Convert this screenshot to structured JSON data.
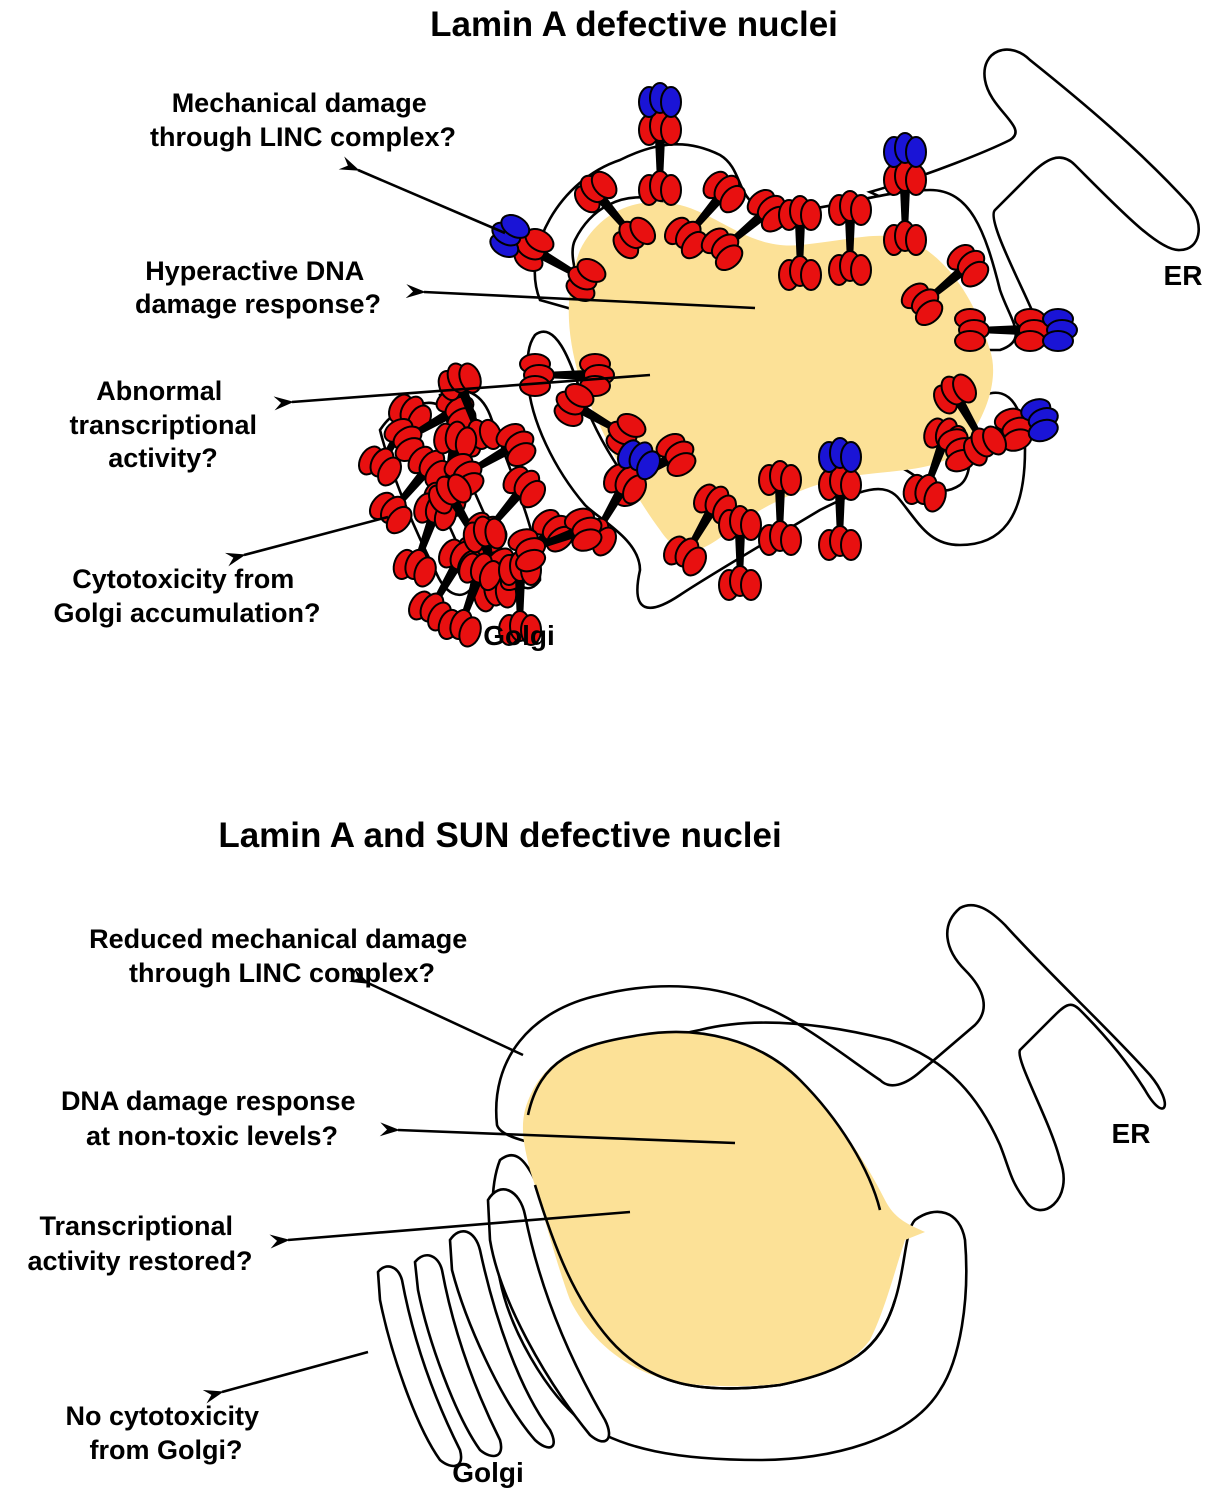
{
  "panels": [
    {
      "title": "Lamin A defective nuclei",
      "captions": [
        [
          "Mechanical damage",
          "through LINC complex?"
        ],
        [
          "Hyperactive DNA",
          "damage response?"
        ],
        [
          "Abnormal",
          "transcriptional",
          "activity?"
        ],
        [
          "Cytotoxicity from",
          "Golgi accumulation?"
        ]
      ],
      "organelles": {
        "er": "ER",
        "golgi": "Golgi"
      }
    },
    {
      "title": "Lamin A and SUN defective nuclei",
      "captions": [
        [
          "Reduced mechanical damage",
          "through LINC complex?"
        ],
        [
          "DNA damage response",
          "at non-toxic levels?"
        ],
        [
          "Transcriptional",
          "activity restored?"
        ],
        [
          "No cytotoxicity",
          "from Golgi?"
        ]
      ],
      "organelles": {
        "er": "ER",
        "golgi": "Golgi"
      }
    }
  ],
  "colors": {
    "nucleoplasm": "#fce197",
    "lamin_protein": "#e81010",
    "sun_protein": "#1a14d6",
    "outline": "#000000"
  }
}
